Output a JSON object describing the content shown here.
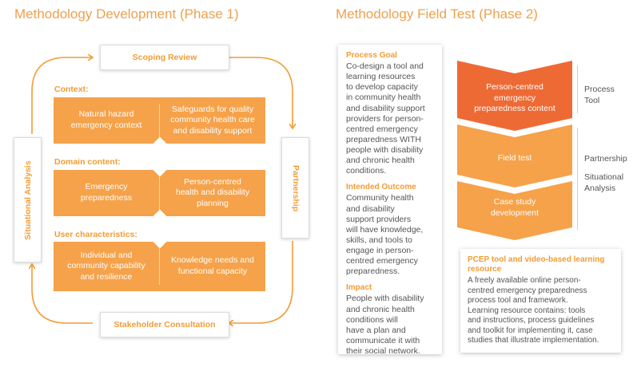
{
  "phase1": {
    "title": "Methodology Development (Phase 1)",
    "top_node": "Scoping Review",
    "bottom_node": "Stakeholder Consultation",
    "left_node": "Situational Analysis",
    "right_node": "Partnership",
    "sections": [
      {
        "label": "Context:",
        "left": "Natural hazard\nemergency context",
        "right": "Safeguards for quality\ncommunity health care\nand disability support"
      },
      {
        "label": "Domain content:",
        "left": "Emergency\npreparedness",
        "right": "Person-centred\nhealth and disability\nplanning"
      },
      {
        "label": "User characteristics:",
        "left": "Individual and\ncommunity capability\nand resilience",
        "right": "Knowledge needs and\nfunctional capacity"
      }
    ]
  },
  "phase2": {
    "title": "Methodology Field Test (Phase 2)",
    "goals": [
      {
        "title": "Process Goal",
        "text": "Co-design a tool and\nlearning resources\n to  develop capacity\nin community health\nand disability support\nproviders for person-\ncentred emergency\npreparedness WITH\npeople with disability\nand chronic health\nconditions."
      },
      {
        "title": "Intended Outcome",
        "text": "Community health\nand disability\nsupport providers\nwill have knowledge,\nskills, and tools to\nengage in person-\ncentred emergency\npreparedness."
      },
      {
        "title": "Impact",
        "text": "People with disability\nand chronic health\nconditions will\nhave  a plan and\ncommunicate it with\ntheir social network."
      }
    ],
    "chevrons": [
      "Person-centred\nemergency\npreparedness content",
      "Field test",
      "Case study\ndevelopment"
    ],
    "side_labels": [
      "Process\nTool",
      "Partnership",
      "Situational\nAnalysis"
    ],
    "pcep": {
      "title": "PCEP tool and video-based learning\nresource",
      "text": "A freely available online person-\ncentred emergency preparedness\nprocess tool and framework.\nLearning resource  contains: tools\nand instructions, process guidelines\nand toolkit for implementing it, case\nstudies that illustrate implementation."
    }
  },
  "colors": {
    "orange": "#f5a24a",
    "dark_orange": "#ee6a35",
    "accent_text": "#f39c33"
  }
}
